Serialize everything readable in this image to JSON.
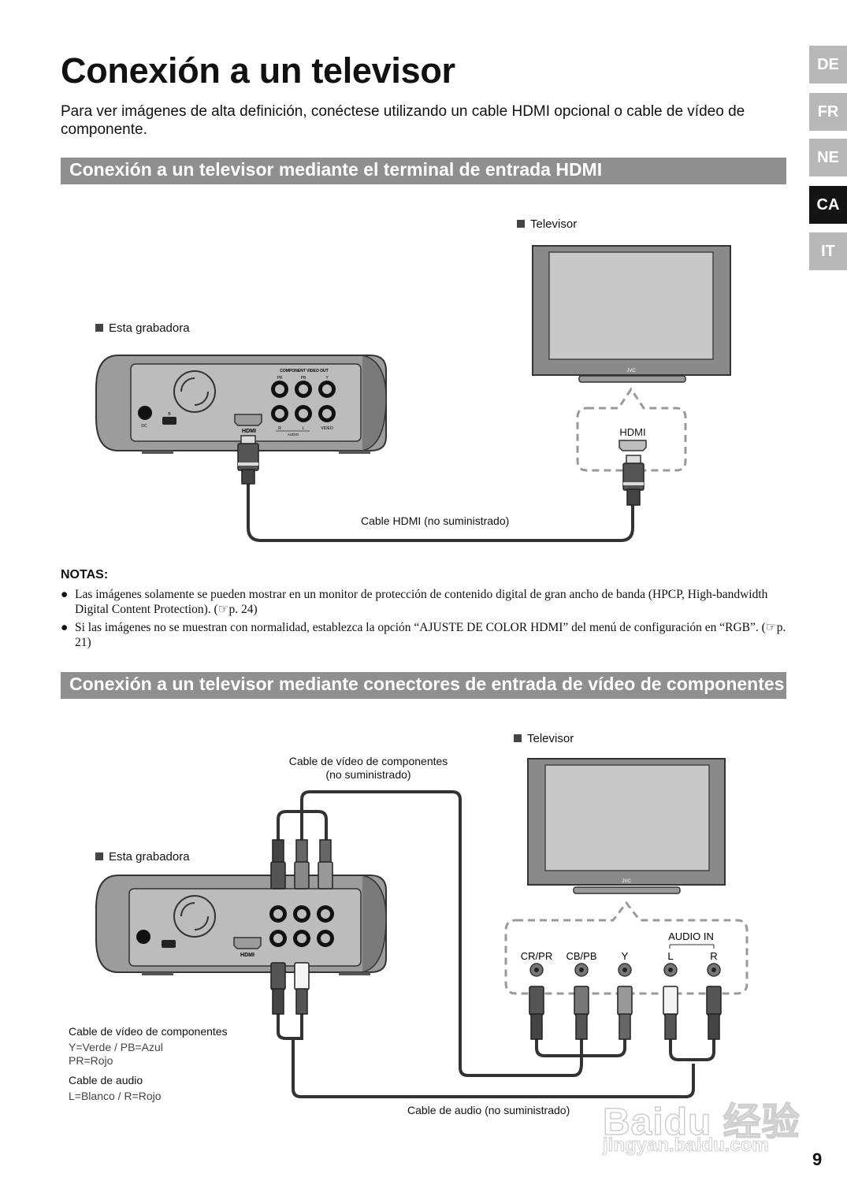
{
  "title": "Conexión a un televisor",
  "intro": "Para ver imágenes de alta definición, conéctese utilizando un cable HDMI opcional o cable de vídeo de componente.",
  "language_tabs": [
    {
      "code": "DE",
      "active": false
    },
    {
      "code": "FR",
      "active": false
    },
    {
      "code": "NE",
      "active": false
    },
    {
      "code": "CA",
      "active": true
    },
    {
      "code": "IT",
      "active": false
    }
  ],
  "section1": {
    "heading": "Conexión a un televisor mediante el terminal de entrada HDMI",
    "tv_label": "Televisor",
    "recorder_label": "Esta grabadora",
    "tv_port_label": "HDMI",
    "cable_label": "Cable HDMI (no suministrado)",
    "tv_brand": "JVC",
    "recorder_panel": {
      "component_out": "COMPONENT VIDEO OUT",
      "pr": "PR",
      "pb": "PB",
      "y": "Y",
      "r": "R",
      "l": "L",
      "video": "VIDEO",
      "audio": "AUDIO",
      "dc": "DC",
      "hdmi_logo": "HDMI",
      "b": "B"
    }
  },
  "notes": {
    "title": "NOTAS:",
    "items": [
      "Las imágenes solamente se pueden mostrar en un monitor de protección de contenido digital de gran ancho de banda (HPCP, High-bandwidth Digital Content Protection). (☞p. 24)",
      "Si las imágenes no se muestran con normalidad, establezca la opción “AJUSTE DE COLOR HDMI” del menú de configuración en “RGB”. (☞p. 21)"
    ]
  },
  "section2": {
    "heading": "Conexión a un televisor mediante conectores de entrada de vídeo de componentes",
    "tv_label": "Televisor",
    "recorder_label": "Esta grabadora",
    "component_cable_label_line1": "Cable de vídeo de componentes",
    "component_cable_label_line2": "(no suministrado)",
    "audio_cable_label": "Cable de audio (no suministrado)",
    "tv_inputs": {
      "audio_in": "AUDIO IN",
      "cr_pr": "CR/PR",
      "cb_pb": "CB/PB",
      "y": "Y",
      "l": "L",
      "r": "R"
    },
    "legend": {
      "component_head": "Cable de vídeo de componentes",
      "component_line1": "Y=Verde / PB=Azul",
      "component_line2": "PR=Rojo",
      "audio_head": "Cable de audio",
      "audio_line1": "L=Blanco / R=Rojo"
    }
  },
  "page_number": "9",
  "watermark": {
    "line1": "Baidu 经验",
    "line2": "jingyan.baidu.com"
  }
}
